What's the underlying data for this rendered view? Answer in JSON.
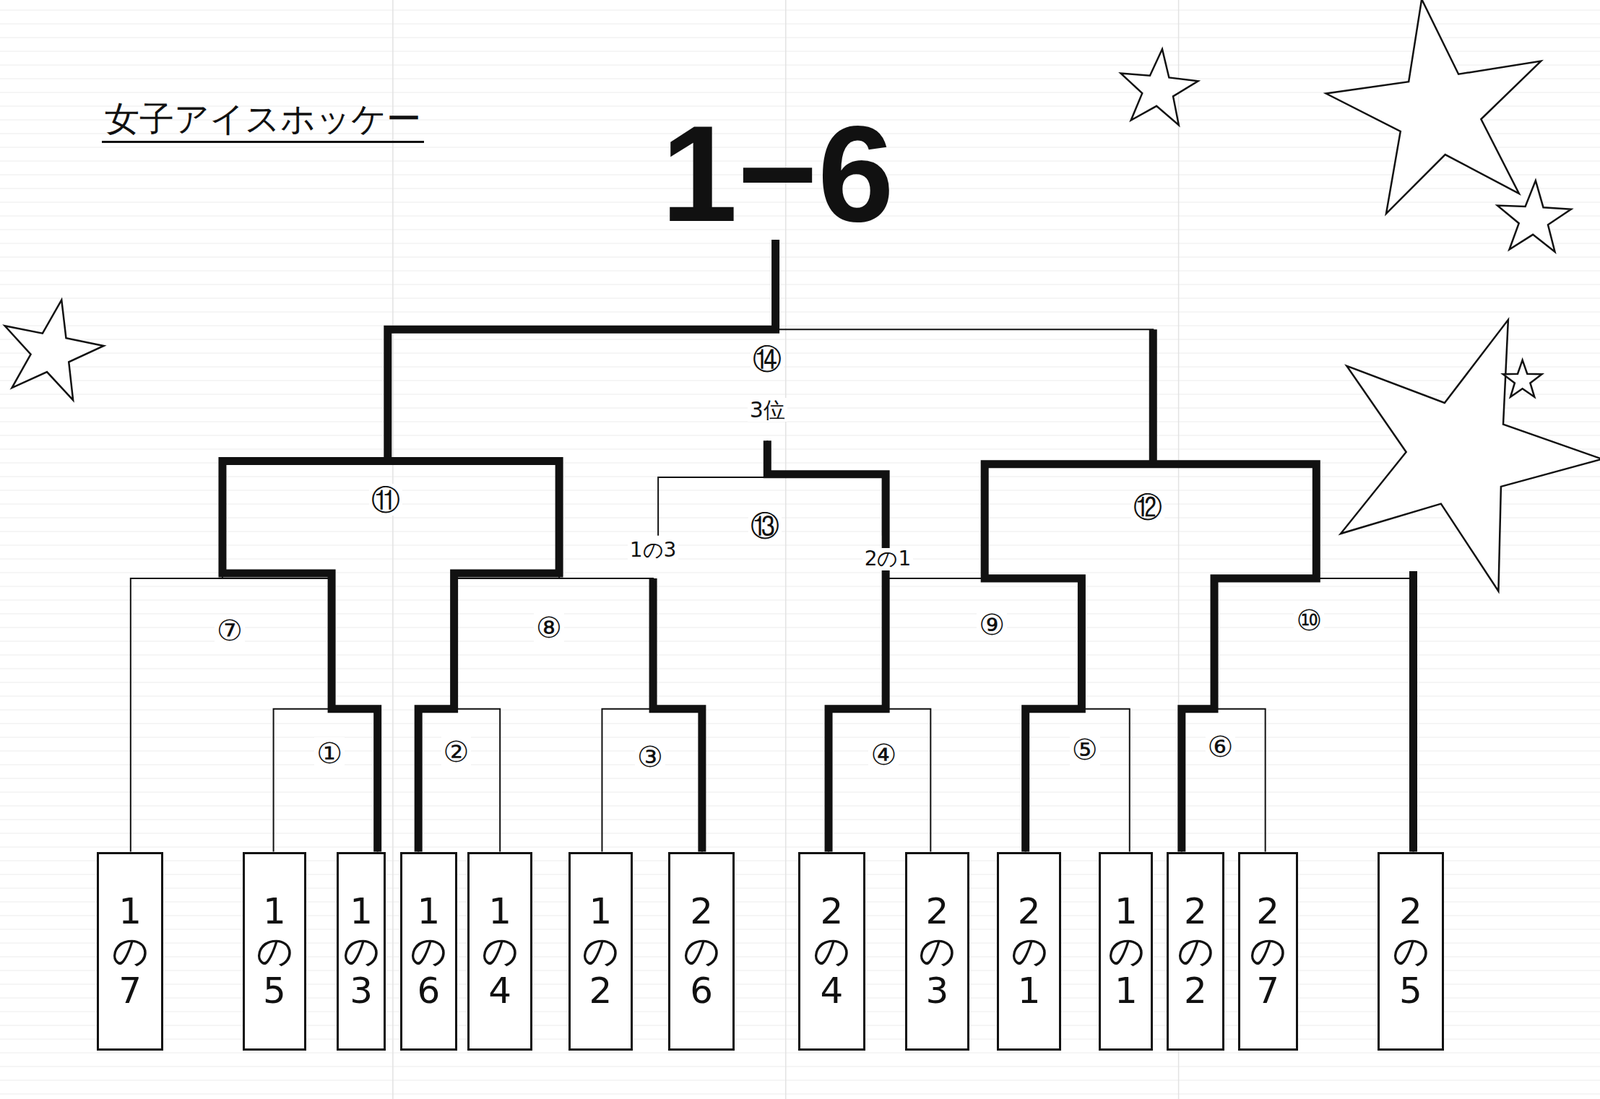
{
  "diagram": {
    "title": "女子アイスホッケー",
    "nodes": [
      {
        "text": [
          "1の7"
        ]
      },
      {
        "text": [
          "1の5"
        ]
      },
      {
        "text": [
          "1の3"
        ]
      },
      {
        "text": [
          "1の6"
        ]
      },
      {
        "text": [
          "1の4"
        ]
      },
      {
        "text": [
          "1の2"
        ]
      },
      {
        "text": [
          "2の6"
        ]
      },
      {
        "text": [
          "2の4"
        ]
      },
      {
        "text": [
          "2の3"
        ]
      },
      {
        "text": [
          "2の1"
        ]
      },
      {
        "text": [
          "1の1"
        ]
      },
      {
        "text": [
          "2の2"
        ]
      },
      {
        "text": [
          "2の7"
        ]
      },
      {
        "text": [
          "2の5"
        ]
      }
    ],
    "edges": [
      {
        "from": 1,
        "to": 2,
        "arrow": "none"
      },
      {
        "from": 3,
        "to": 4,
        "arrow": "none"
      },
      {
        "from": 5,
        "to": 6,
        "arrow": "none"
      },
      {
        "from": 7,
        "to": 8,
        "arrow": "none"
      },
      {
        "from": 9,
        "to": 10,
        "arrow": "none"
      },
      {
        "from": 11,
        "to": 12,
        "arrow": "none"
      }
    ],
    "labels": [
      "1−6",
      "⑭",
      "3位",
      "⑪",
      "⑬",
      "1の3",
      "2の1",
      "⑫",
      "⑦",
      "⑧",
      "⑨",
      "⑩",
      "①",
      "②",
      "③",
      "④",
      "⑤",
      "⑥"
    ]
  }
}
